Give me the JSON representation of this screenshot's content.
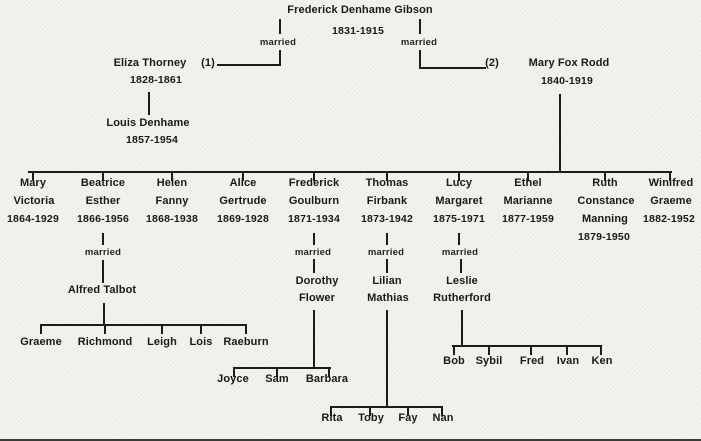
{
  "diagram": {
    "root": {
      "name": "Frederick Denhame Gibson",
      "dates": "1831-1915"
    },
    "married_left": "married",
    "married_right": "married",
    "spouse1": {
      "order": "(1)",
      "name": "Eliza Thorney",
      "dates": "1828-1861"
    },
    "spouse1_child": {
      "name": "Louis Denhame",
      "dates": "1857-1954"
    },
    "spouse2": {
      "order": "(2)",
      "name": "Mary Fox Rodd",
      "dates": "1840-1919"
    },
    "gen2": [
      {
        "line1": "Mary",
        "line2": "Victoria",
        "dates": "1864-1929"
      },
      {
        "line1": "Beatrice",
        "line2": "Esther",
        "dates": "1866-1956"
      },
      {
        "line1": "Helen",
        "line2": "Fanny",
        "dates": "1868-1938"
      },
      {
        "line1": "Alice",
        "line2": "Gertrude",
        "dates": "1869-1928"
      },
      {
        "line1": "Frederick",
        "line2": "Goulburn",
        "dates": "1871-1934"
      },
      {
        "line1": "Thomas",
        "line2": "Firbank",
        "dates": "1873-1942"
      },
      {
        "line1": "Lucy",
        "line2": "Margaret",
        "dates": "1875-1971"
      },
      {
        "line1": "Ethel",
        "line2": "Marianne",
        "dates": "1877-1959"
      },
      {
        "line1": "Ruth",
        "line2": "Constance",
        "line3": "Manning",
        "dates": "1879-1950"
      },
      {
        "line1": "Winifred",
        "line2": "Graeme",
        "dates": "1882-1952"
      }
    ],
    "marriages": [
      {
        "label": "married",
        "spouse_line1": "Alfred Talbot"
      },
      {
        "label": "married",
        "spouse_line1": "Dorothy",
        "spouse_line2": "Flower"
      },
      {
        "label": "married",
        "spouse_line1": "Lilian",
        "spouse_line2": "Mathias"
      },
      {
        "label": "married",
        "spouse_line1": "Leslie",
        "spouse_line2": "Rutherford"
      }
    ],
    "gen3": {
      "talbot": [
        "Graeme",
        "Richmond",
        "Leigh",
        "Lois",
        "Raeburn"
      ],
      "goulburn": [
        "Joyce",
        "Sam",
        "Barbara"
      ],
      "firbank": [
        "Rita",
        "Toby",
        "Fay",
        "Nan"
      ],
      "rutherford": [
        "Bob",
        "Sybil",
        "Fred",
        "Ivan",
        "Ken"
      ]
    }
  }
}
